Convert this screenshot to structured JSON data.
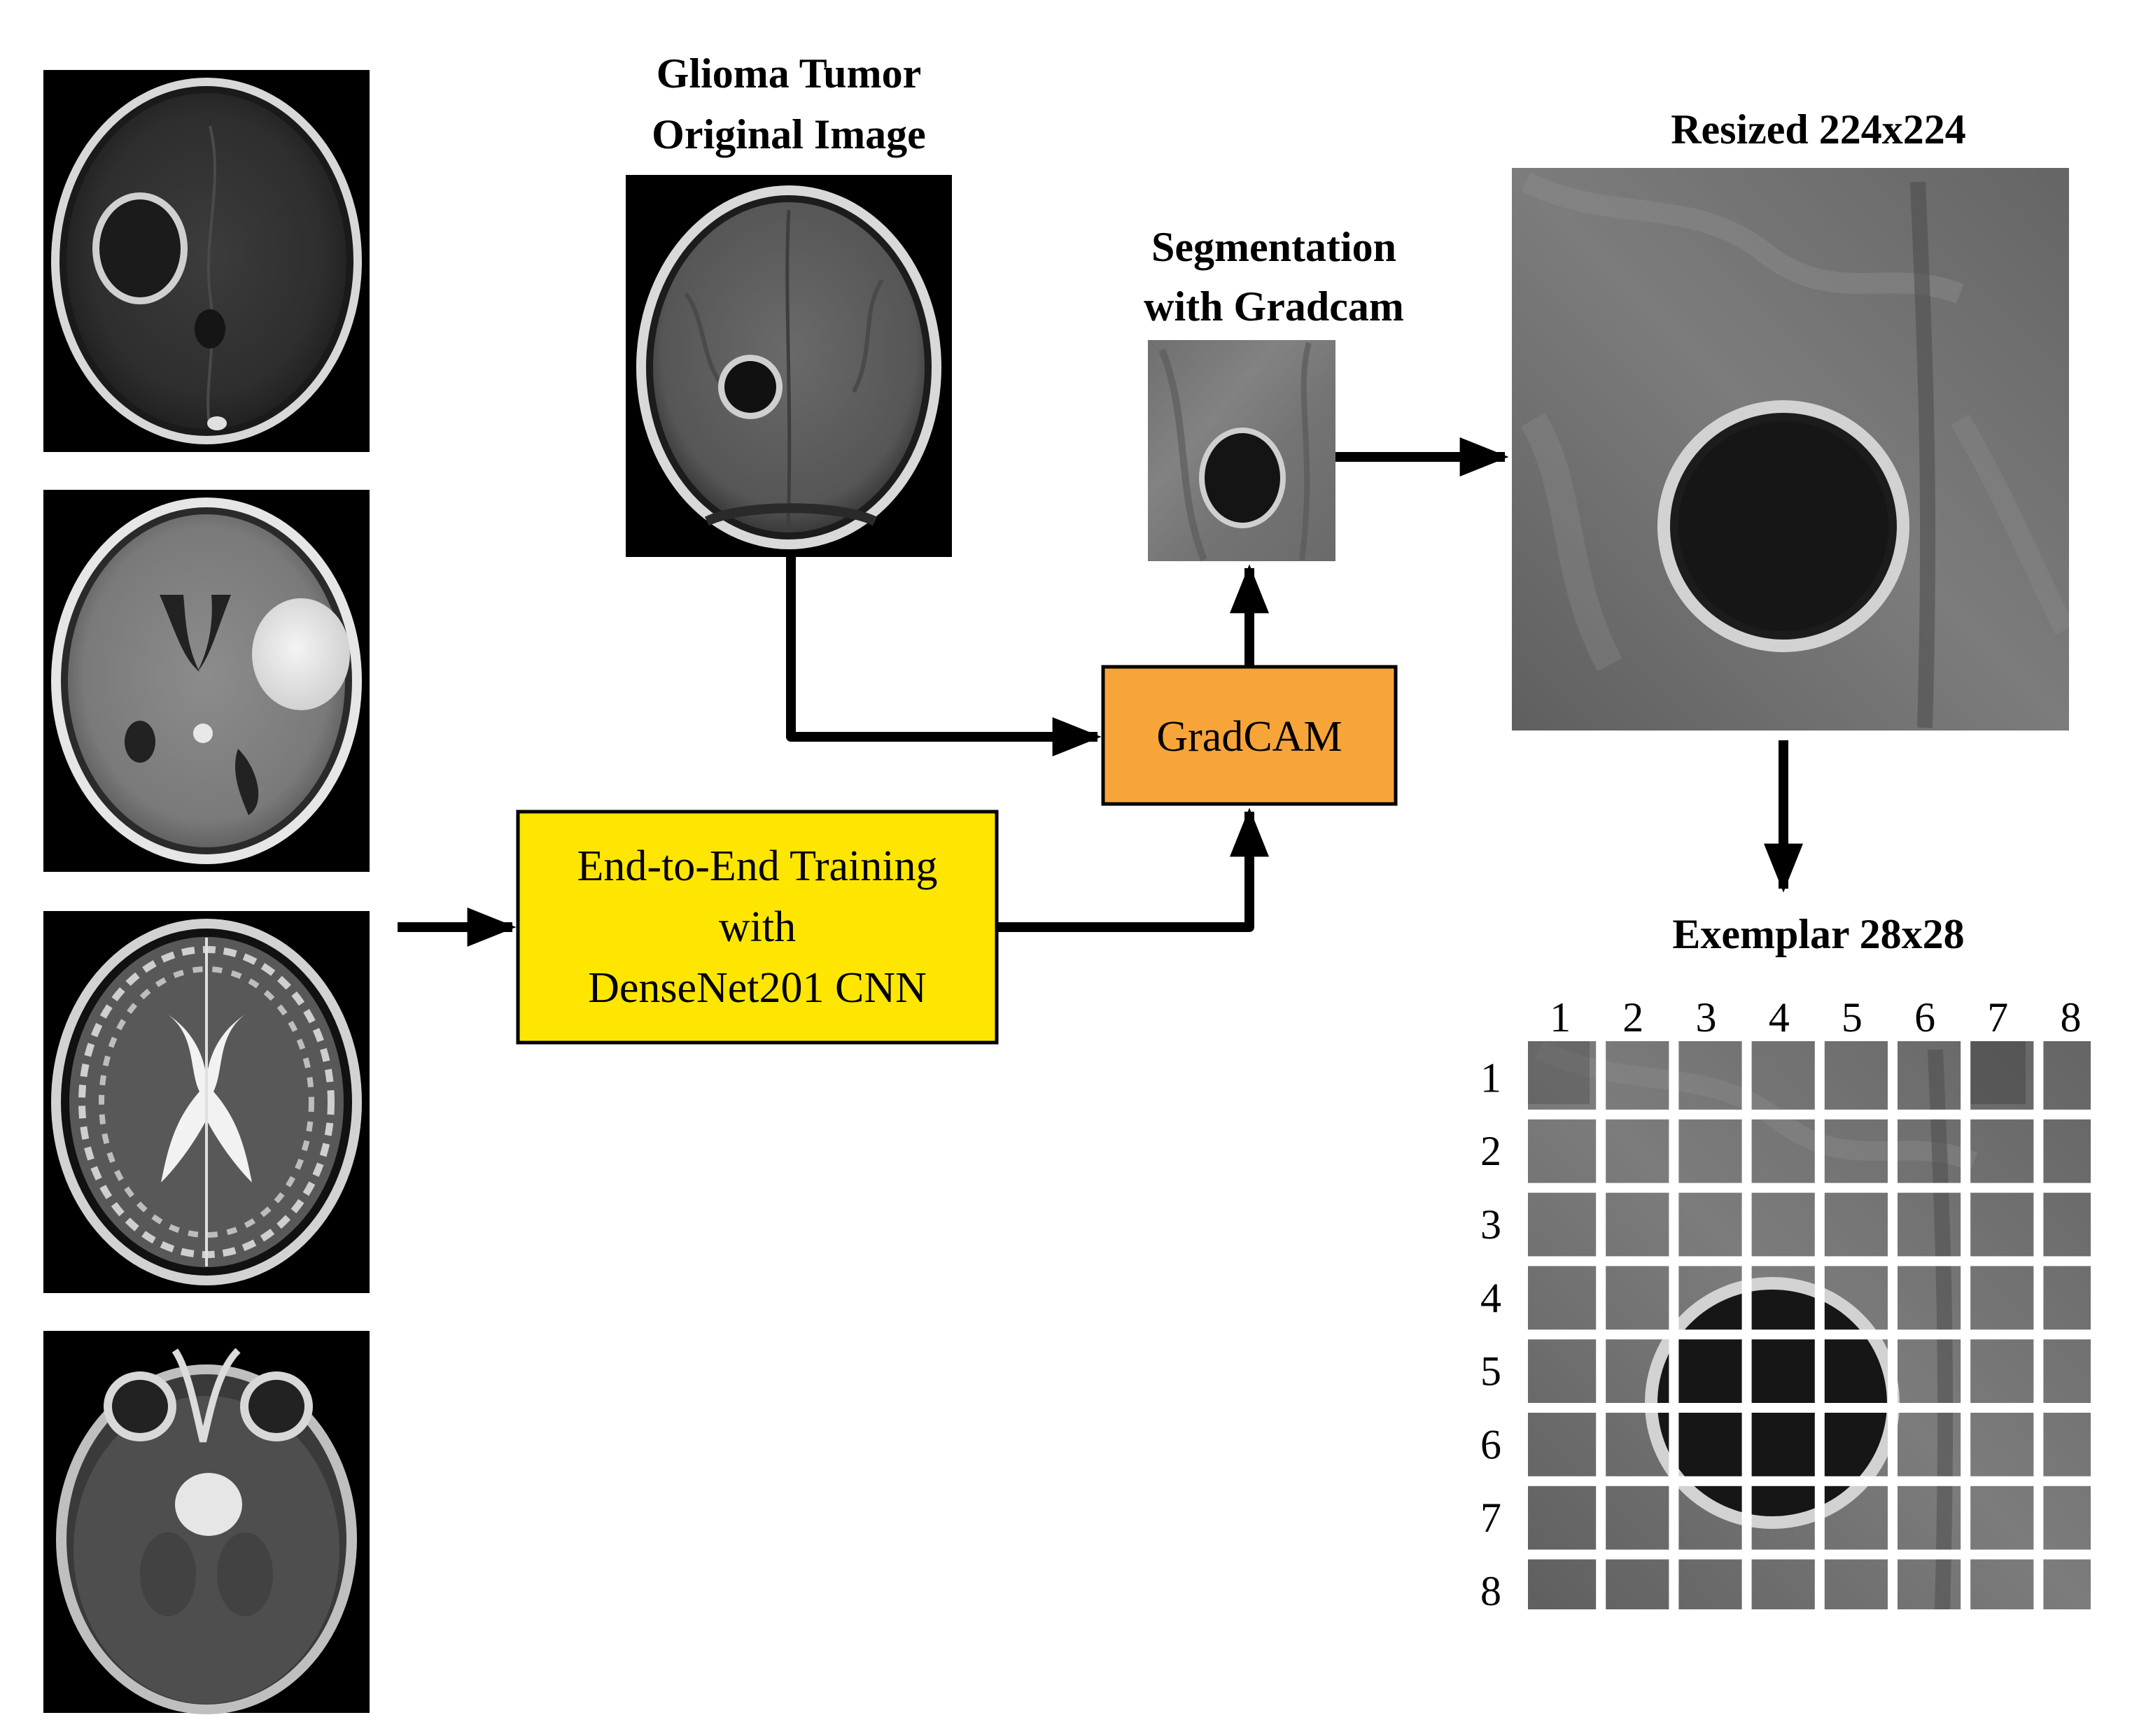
{
  "colors": {
    "training_box_fill": "#ffe600",
    "gradcam_box_fill": "#f7a538",
    "background": "#ffffff",
    "stroke": "#000000"
  },
  "captions": {
    "original_line1": "Glioma Tumor",
    "original_line2": "Original Image",
    "segmentation_line1": "Segmentation",
    "segmentation_line2": "with Gradcam",
    "resized": "Resized 224x224",
    "exemplar": "Exemplar 28x28"
  },
  "boxes": {
    "training": {
      "line1": "End-to-End Training",
      "line2": "with",
      "line3": "DenseNet201 CNN"
    },
    "gradcam": {
      "label": "GradCAM"
    }
  },
  "exemplar_grid": {
    "columns": [
      "1",
      "2",
      "3",
      "4",
      "5",
      "6",
      "7",
      "8"
    ],
    "rows": [
      "1",
      "2",
      "3",
      "4",
      "5",
      "6",
      "7",
      "8"
    ]
  },
  "images": {
    "dataset_samples": [
      "mri-axial-t1-contrast",
      "mri-axial-meningioma",
      "mri-axial-t2",
      "mri-axial-pituitary"
    ],
    "original": "mri-glioma-original",
    "segmented": "mri-gradcam-crop",
    "resized": "mri-resized-crop"
  }
}
